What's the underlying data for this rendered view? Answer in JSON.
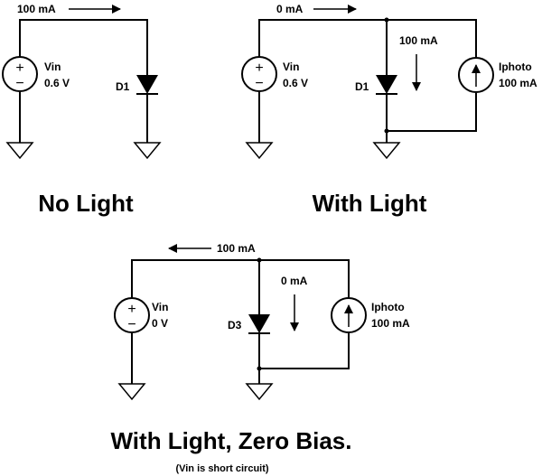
{
  "circuit_a": {
    "current_label": "100 mA",
    "source_name": "Vin",
    "source_value": "0.6 V",
    "diode_name": "D1",
    "title": "No Light"
  },
  "circuit_b": {
    "current_label": "0 mA",
    "diode_current": "100 mA",
    "source_name": "Vin",
    "source_value": "0.6 V",
    "diode_name": "D1",
    "photo_name": "Iphoto",
    "photo_value": "100 mA",
    "title": "With Light"
  },
  "circuit_c": {
    "current_label": "100 mA",
    "diode_current": "0 mA",
    "source_name": "Vin",
    "source_value": "0 V",
    "diode_name": "D3",
    "photo_name": "Iphoto",
    "photo_value": "100 mA",
    "title": "With Light, Zero Bias.",
    "note": "(Vin is short circuit)"
  },
  "symbols": {
    "plus": "+",
    "minus": "−"
  }
}
